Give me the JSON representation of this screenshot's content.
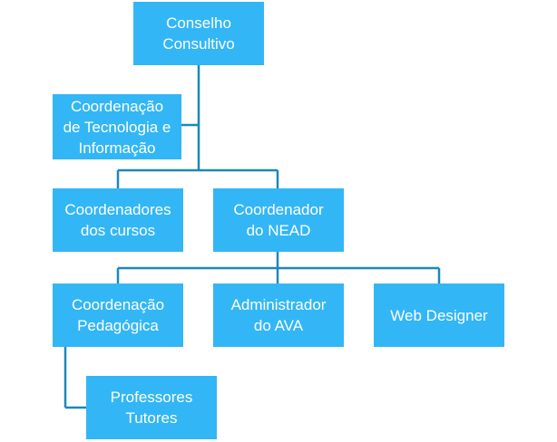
{
  "org_chart": {
    "nodes": {
      "conselho": "Conselho\nConsultivo",
      "coord_tecnologia": "Coordenação\nde Tecnologia e\nInformação",
      "coord_cursos": "Coordenadores\ndos cursos",
      "coord_nead": "Coordenador\ndo NEAD",
      "coord_pedagogica": "Coordenação\nPedagógica",
      "admin_ava": "Administrador\ndo  AVA",
      "web_designer": "Web Designer",
      "professores_tutores": "Professores\nTutores"
    },
    "colors": {
      "box_fill": "#33b6f5",
      "box_text": "#ffffff",
      "connector": "#1c88b8"
    }
  }
}
